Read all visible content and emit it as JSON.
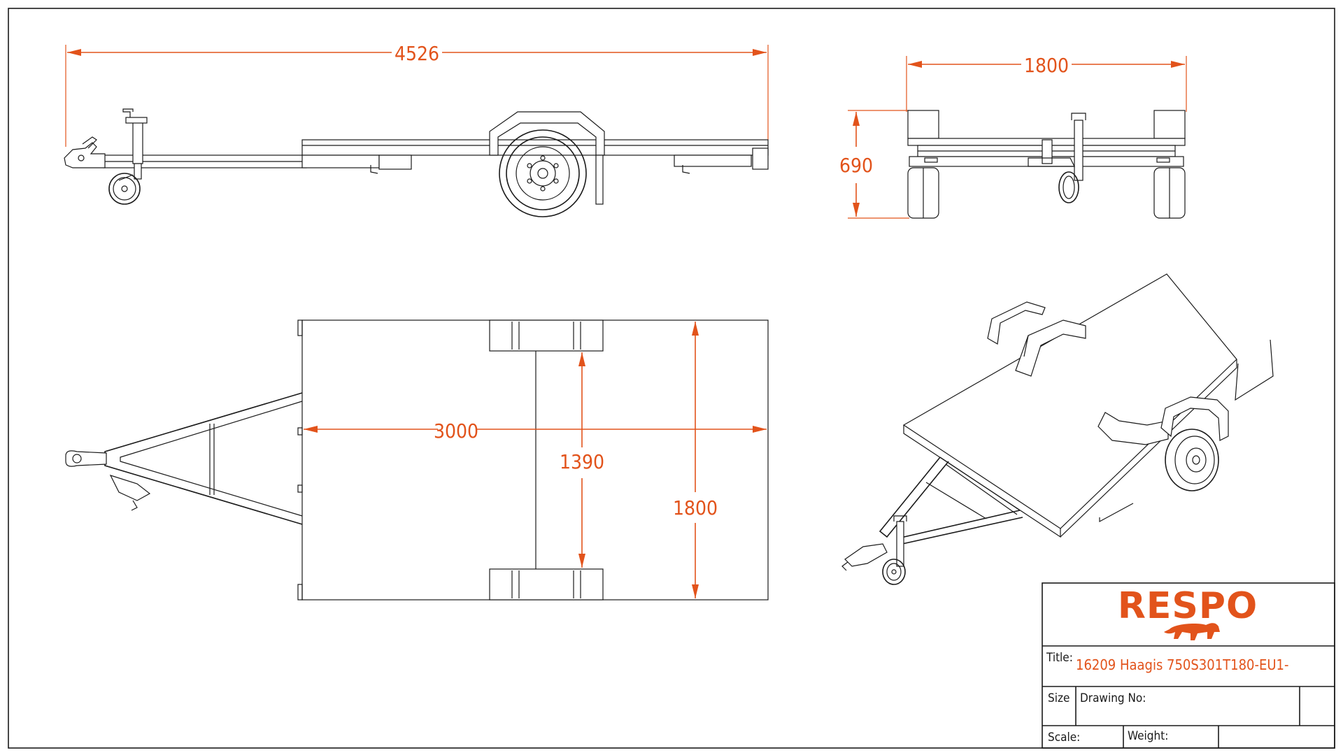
{
  "dimensions": {
    "overall_length": "4526",
    "overall_width_rear": "1800",
    "height": "690",
    "bed_length": "3000",
    "track_width": "1390",
    "bed_width": "1800"
  },
  "title_block": {
    "brand": "RESPO",
    "title_label": "Title:",
    "title_value": "16209 Haagis 750S301T180-EU1-",
    "size_label": "Size",
    "drawing_no_label": "Drawing No:",
    "scale_label": "Scale:",
    "weight_label": "Weight:"
  },
  "colors": {
    "accent": "#e2531b",
    "line": "#1a1a1a",
    "background": "#ffffff"
  }
}
